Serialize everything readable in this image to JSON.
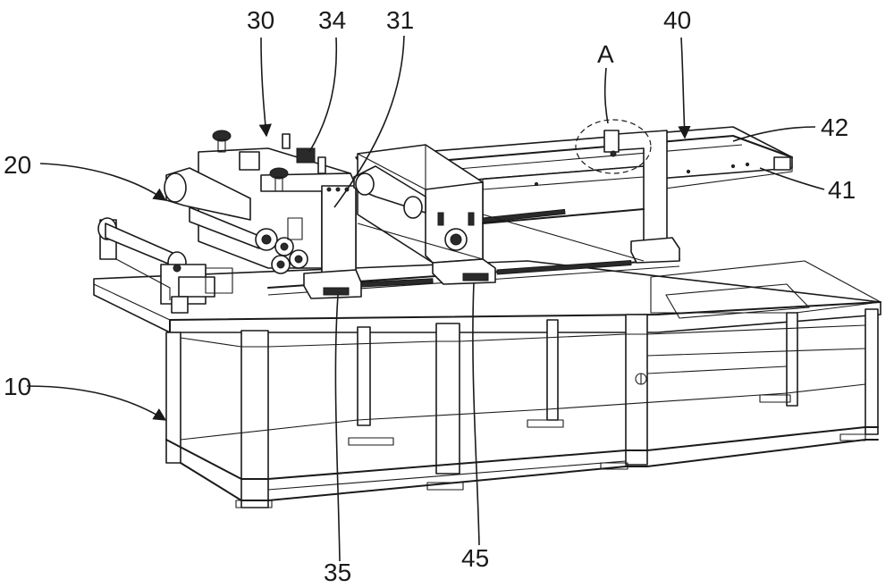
{
  "labels": {
    "frame": "10",
    "unwinder": "20",
    "feeder": "30",
    "feeder_housing": "31",
    "feeder_motor": "34",
    "feeder_base": "35",
    "conveyor": "40",
    "conveyor_rail": "41",
    "conveyor_belt": "42",
    "conveyor_base": "45",
    "detail": "A"
  }
}
